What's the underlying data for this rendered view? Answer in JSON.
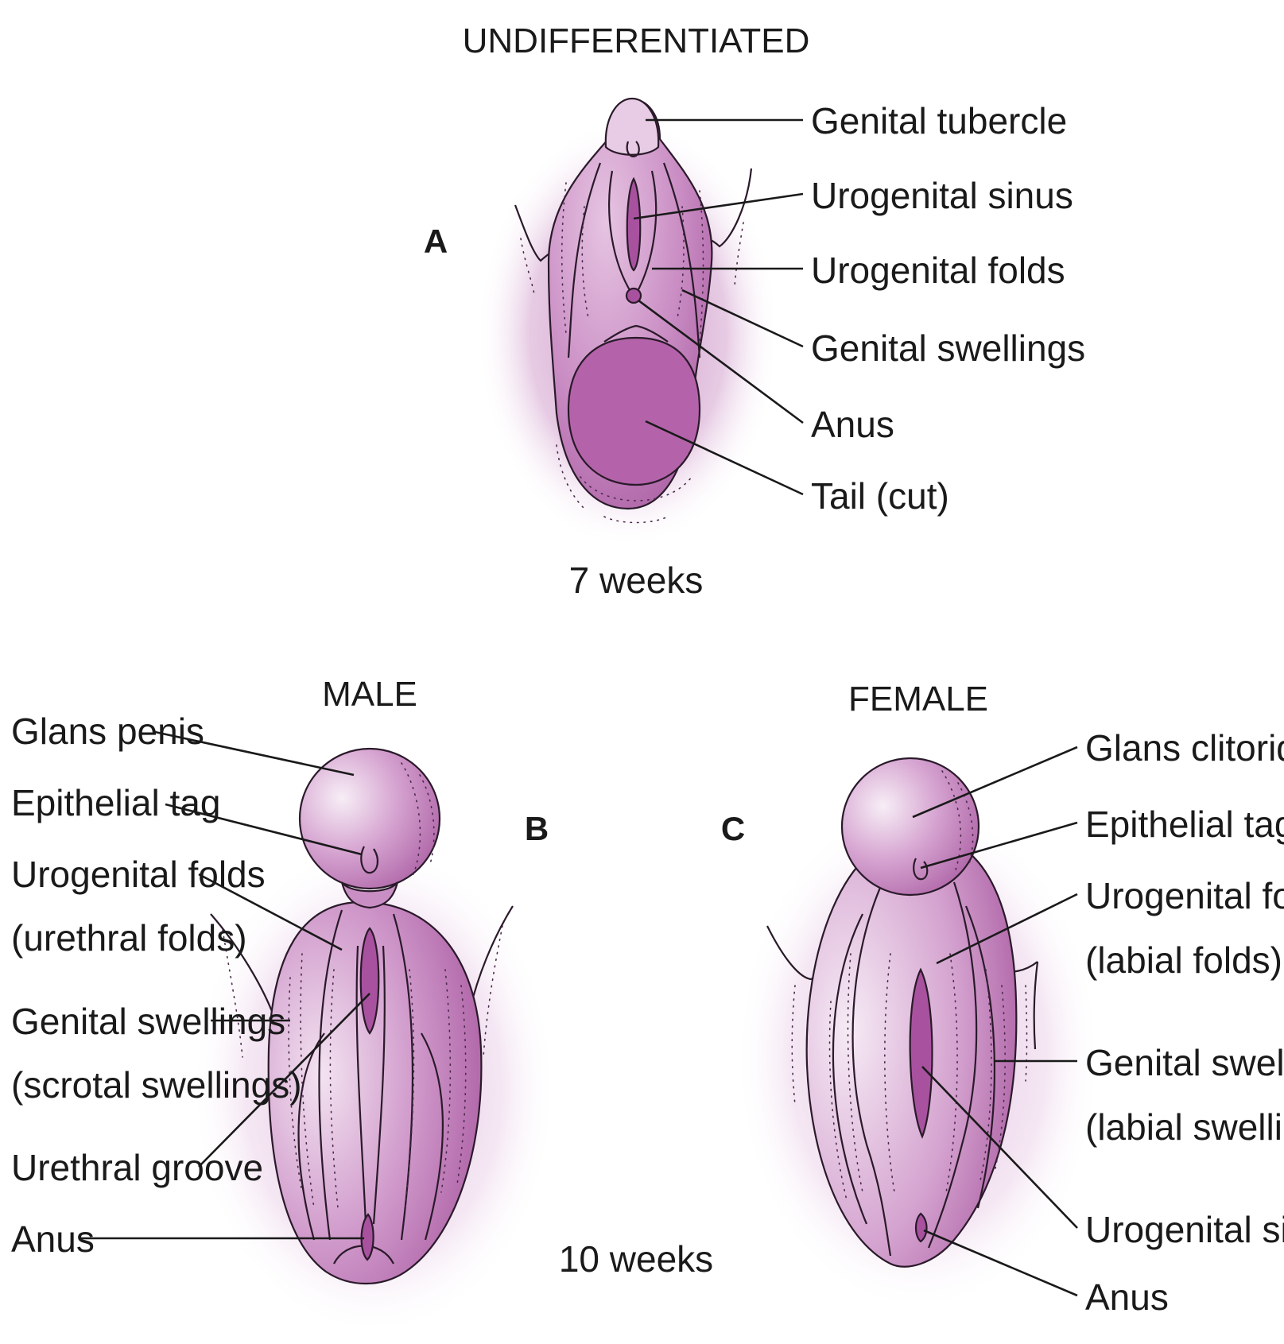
{
  "panel_a": {
    "title": "UNDIFFERENTIATED",
    "letter": "A",
    "age": "7 weeks",
    "labels": [
      "Genital tubercle",
      "Urogenital sinus",
      "Urogenital folds",
      "Genital swellings",
      "Anus",
      "Tail (cut)"
    ]
  },
  "panel_b": {
    "title": "MALE",
    "letter": "B",
    "labels": [
      "Glans penis",
      "Epithelial tag",
      "Urogenital folds",
      "(urethral folds)",
      "Genital swellings",
      "(scrotal swellings)",
      "Urethral groove",
      "Anus"
    ]
  },
  "panel_c": {
    "title": "FEMALE",
    "letter": "C",
    "labels": [
      "Glans clitoridis",
      "Epithelial tag",
      "Urogenital folds",
      "(labial folds)",
      "Genital swellings",
      "(labial swellings)",
      "Urogenital sinus",
      "Anus"
    ]
  },
  "age_bc": "10 weeks",
  "colors": {
    "tissue_light": "#e7c7e3",
    "tissue_mid": "#c684bf",
    "tissue_dark": "#a64f9d",
    "opening": "#a8529f"
  }
}
